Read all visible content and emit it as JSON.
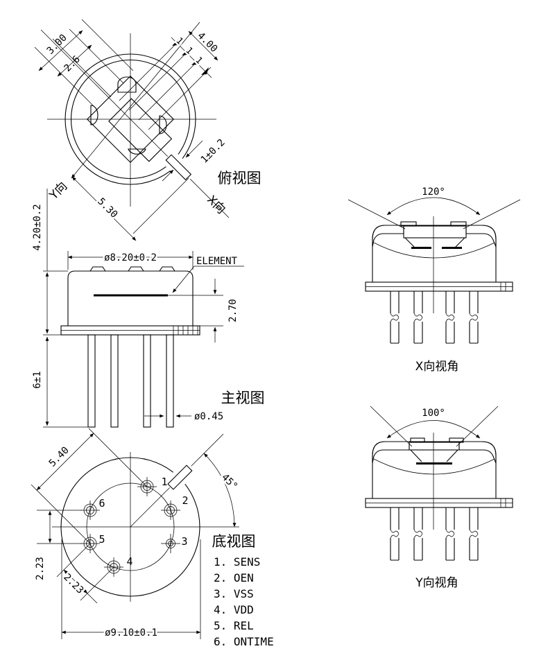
{
  "canvas": {
    "bg": "#ffffff",
    "ink": "#000000"
  },
  "top_view": {
    "label": "俯视图",
    "axis_x": "X向",
    "axis_y": "Y向",
    "dims": {
      "window_pitch": "3.00",
      "window_width": "2.6",
      "element_span": "4.00",
      "seg_a": "1",
      "seg_b": "1",
      "seg_c": "1",
      "tab_width": "1±0.2",
      "tab_offset": "5.30"
    }
  },
  "front_view": {
    "label": "主视图",
    "element_note": "ELEMENT",
    "dims": {
      "cap_dia": "ø8.20±0.2",
      "cap_height": "4.20±0.2",
      "element_depth": "2.70",
      "pin_length": "6±1",
      "pin_dia": "ø0.45"
    }
  },
  "bottom_view": {
    "label": "底视图",
    "dims": {
      "pin_circle": "5.40",
      "tab_angle": "45°",
      "pitch_vertical": "2.23",
      "pitch_diagonal": "2.23",
      "base_dia": "ø9.10±0.1"
    },
    "pins": [
      "1",
      "2",
      "3",
      "4",
      "5",
      "6"
    ],
    "pin_functions": [
      "1. SENS",
      "2. OEN",
      "3. VSS",
      "4. VDD",
      "5. REL",
      "6. ONTIME"
    ]
  },
  "x_fov": {
    "label": "X向视角",
    "angle": "120°"
  },
  "y_fov": {
    "label": "Y向视角",
    "angle": "100°"
  }
}
